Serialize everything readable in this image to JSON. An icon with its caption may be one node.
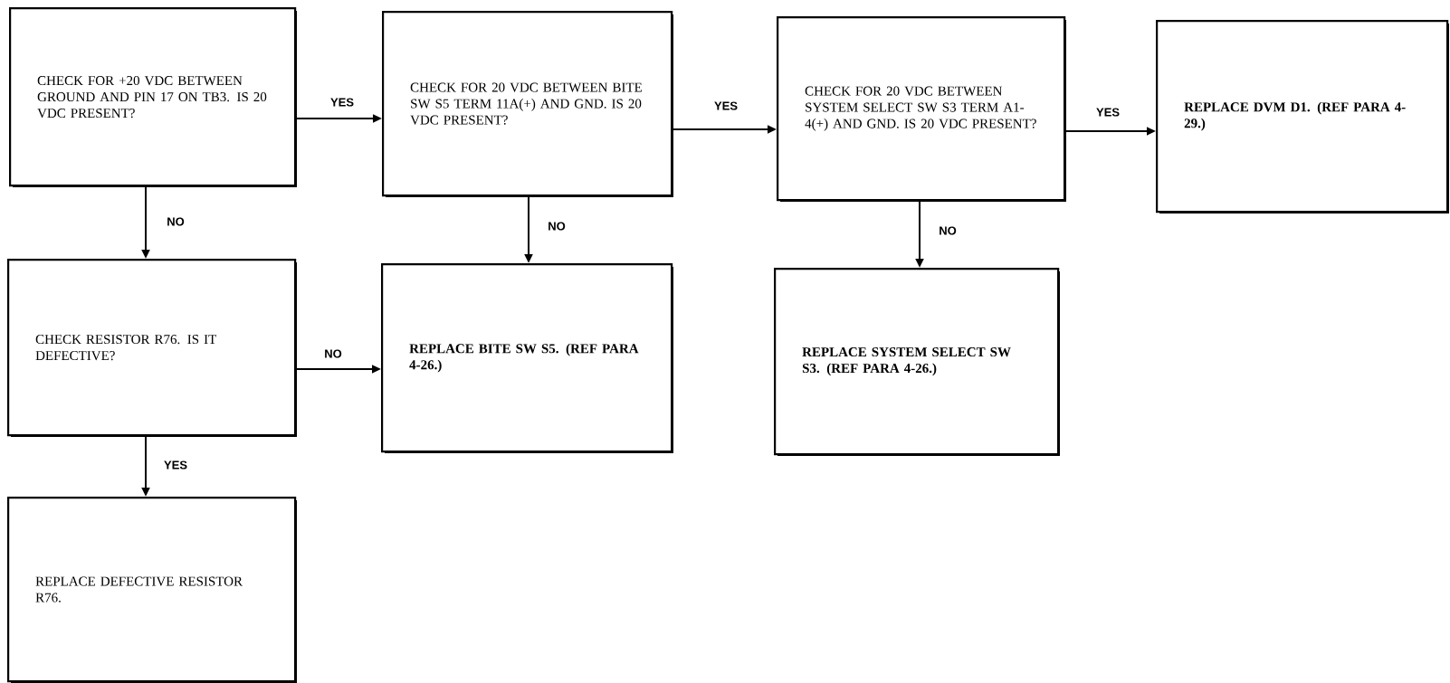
{
  "diagram": {
    "nodes": [
      {
        "text": [
          "CHECK FOR +20 VDC BETWEEN GROUND AND PIN 17 ON TB3. IS 20 VDC PRESENT?"
        ]
      },
      {
        "text": [
          "CHECK FOR 20 VDC BETWEEN BITE SW S5 TERM 11A(+) AND GND. IS 20 VDC PRESENT?"
        ]
      },
      {
        "text": [
          "CHECK FOR 20 VDC BETWEEN SYSTEM SELECT SW S3 TERM A1-4(+) AND GND. IS 20 VDC PRESENT?"
        ]
      },
      {
        "text": [
          "REPLACE DVM D1. (REF PARA 4-29.)"
        ]
      },
      {
        "text": [
          "CHECK RESISTOR R76. IS IT DEFECTIVE?"
        ]
      },
      {
        "text": [
          "REPLACE BITE SW S5. (REF PARA 4-26.)"
        ]
      },
      {
        "text": [
          "REPLACE SYSTEM SELECT SW S3. (REF PARA 4-26.)"
        ]
      },
      {
        "text": [
          "REPLACE DEFECTIVE RESISTOR R76."
        ]
      }
    ],
    "edges": [
      {
        "from": 0,
        "to": 1,
        "arrow": "to",
        "label": "YES"
      },
      {
        "from": 1,
        "to": 2,
        "arrow": "to",
        "label": "YES"
      },
      {
        "from": 2,
        "to": 3,
        "arrow": "to",
        "label": "YES"
      },
      {
        "from": 0,
        "to": 4,
        "arrow": "to",
        "label": "NO"
      },
      {
        "from": 1,
        "to": 5,
        "arrow": "to",
        "label": "NO"
      },
      {
        "from": 2,
        "to": 6,
        "arrow": "to",
        "label": "NO"
      },
      {
        "from": 4,
        "to": 5,
        "arrow": "to",
        "label": "NO"
      },
      {
        "from": 4,
        "to": 7,
        "arrow": "to",
        "label": "YES"
      }
    ]
  }
}
